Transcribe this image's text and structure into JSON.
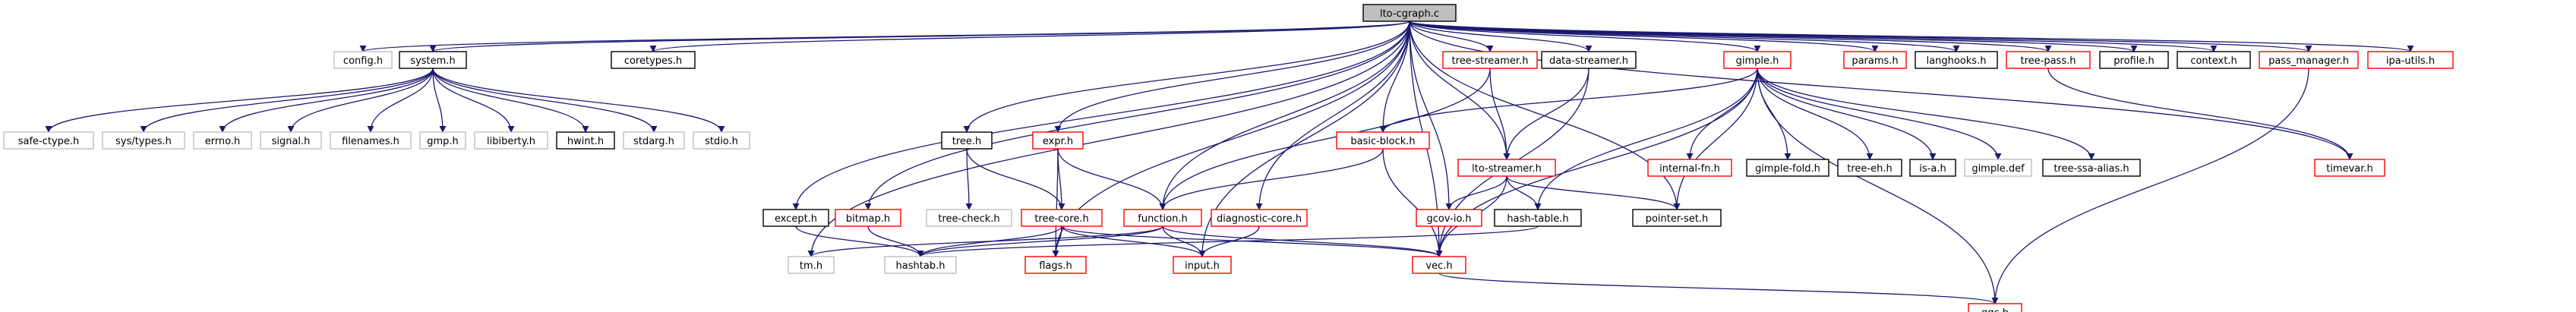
{
  "colors": {
    "edge": "#191970",
    "root_fill": "#bfbfbf",
    "black_border": "#000000",
    "red_border": "#ff0000",
    "grey_border": "#bfbfbf"
  },
  "nodes": [
    {
      "id": "lto-cgraph",
      "label": "lto-cgraph.c",
      "style": "root"
    },
    {
      "id": "config",
      "label": "config.h",
      "style": "grey"
    },
    {
      "id": "system",
      "label": "system.h",
      "style": "black"
    },
    {
      "id": "coretypes",
      "label": "coretypes.h",
      "style": "black"
    },
    {
      "id": "tree-streamer",
      "label": "tree-streamer.h",
      "style": "red"
    },
    {
      "id": "data-streamer",
      "label": "data-streamer.h",
      "style": "black"
    },
    {
      "id": "gimple",
      "label": "gimple.h",
      "style": "red"
    },
    {
      "id": "params",
      "label": "params.h",
      "style": "red"
    },
    {
      "id": "langhooks",
      "label": "langhooks.h",
      "style": "black"
    },
    {
      "id": "tree-pass",
      "label": "tree-pass.h",
      "style": "red"
    },
    {
      "id": "profile",
      "label": "profile.h",
      "style": "black"
    },
    {
      "id": "context",
      "label": "context.h",
      "style": "black"
    },
    {
      "id": "pass_manager",
      "label": "pass_manager.h",
      "style": "red"
    },
    {
      "id": "ipa-utils",
      "label": "ipa-utils.h",
      "style": "red"
    },
    {
      "id": "safe-ctype",
      "label": "safe-ctype.h",
      "style": "grey"
    },
    {
      "id": "sys-types",
      "label": "sys/types.h",
      "style": "grey"
    },
    {
      "id": "errno",
      "label": "errno.h",
      "style": "grey"
    },
    {
      "id": "signal",
      "label": "signal.h",
      "style": "grey"
    },
    {
      "id": "filenames",
      "label": "filenames.h",
      "style": "grey"
    },
    {
      "id": "gmp",
      "label": "gmp.h",
      "style": "grey"
    },
    {
      "id": "libiberty",
      "label": "libiberty.h",
      "style": "grey"
    },
    {
      "id": "hwint",
      "label": "hwint.h",
      "style": "black"
    },
    {
      "id": "stdarg",
      "label": "stdarg.h",
      "style": "grey"
    },
    {
      "id": "stdio",
      "label": "stdio.h",
      "style": "grey"
    },
    {
      "id": "tree",
      "label": "tree.h",
      "style": "black"
    },
    {
      "id": "expr",
      "label": "expr.h",
      "style": "red"
    },
    {
      "id": "basic-block",
      "label": "basic-block.h",
      "style": "red"
    },
    {
      "id": "lto-streamer",
      "label": "lto-streamer.h",
      "style": "red"
    },
    {
      "id": "internal-fn",
      "label": "internal-fn.h",
      "style": "red"
    },
    {
      "id": "gimple-fold",
      "label": "gimple-fold.h",
      "style": "black"
    },
    {
      "id": "tree-eh",
      "label": "tree-eh.h",
      "style": "black"
    },
    {
      "id": "is-a",
      "label": "is-a.h",
      "style": "black"
    },
    {
      "id": "gimple-def",
      "label": "gimple.def",
      "style": "grey"
    },
    {
      "id": "tree-ssa-alias",
      "label": "tree-ssa-alias.h",
      "style": "black"
    },
    {
      "id": "timevar",
      "label": "timevar.h",
      "style": "red"
    },
    {
      "id": "except",
      "label": "except.h",
      "style": "black"
    },
    {
      "id": "bitmap",
      "label": "bitmap.h",
      "style": "red"
    },
    {
      "id": "tree-check",
      "label": "tree-check.h",
      "style": "grey"
    },
    {
      "id": "tree-core",
      "label": "tree-core.h",
      "style": "red"
    },
    {
      "id": "function",
      "label": "function.h",
      "style": "red"
    },
    {
      "id": "diagnostic-core",
      "label": "diagnostic-core.h",
      "style": "red"
    },
    {
      "id": "hash-table",
      "label": "hash-table.h",
      "style": "black"
    },
    {
      "id": "gcov-io",
      "label": "gcov-io.h",
      "style": "red"
    },
    {
      "id": "pointer-set",
      "label": "pointer-set.h",
      "style": "black"
    },
    {
      "id": "tm",
      "label": "tm.h",
      "style": "grey"
    },
    {
      "id": "hashtab",
      "label": "hashtab.h",
      "style": "grey"
    },
    {
      "id": "flags",
      "label": "flags.h",
      "style": "red"
    },
    {
      "id": "input",
      "label": "input.h",
      "style": "red"
    },
    {
      "id": "vec",
      "label": "vec.h",
      "style": "red"
    },
    {
      "id": "ggc",
      "label": "ggc.h",
      "style": "red"
    }
  ],
  "edges": [
    [
      "lto-cgraph",
      "config"
    ],
    [
      "lto-cgraph",
      "system"
    ],
    [
      "lto-cgraph",
      "coretypes"
    ],
    [
      "lto-cgraph",
      "tree-streamer"
    ],
    [
      "lto-cgraph",
      "data-streamer"
    ],
    [
      "lto-cgraph",
      "gimple"
    ],
    [
      "lto-cgraph",
      "params"
    ],
    [
      "lto-cgraph",
      "langhooks"
    ],
    [
      "lto-cgraph",
      "tree-pass"
    ],
    [
      "lto-cgraph",
      "profile"
    ],
    [
      "lto-cgraph",
      "context"
    ],
    [
      "lto-cgraph",
      "pass_manager"
    ],
    [
      "lto-cgraph",
      "ipa-utils"
    ],
    [
      "lto-cgraph",
      "tree"
    ],
    [
      "lto-cgraph",
      "expr"
    ],
    [
      "lto-cgraph",
      "basic-block"
    ],
    [
      "lto-cgraph",
      "lto-streamer"
    ],
    [
      "lto-cgraph",
      "except"
    ],
    [
      "lto-cgraph",
      "bitmap"
    ],
    [
      "lto-cgraph",
      "function"
    ],
    [
      "lto-cgraph",
      "diagnostic-core"
    ],
    [
      "lto-cgraph",
      "gcov-io"
    ],
    [
      "lto-cgraph",
      "pointer-set"
    ],
    [
      "lto-cgraph",
      "tm"
    ],
    [
      "lto-cgraph",
      "flags"
    ],
    [
      "lto-cgraph",
      "input"
    ],
    [
      "lto-cgraph",
      "vec"
    ],
    [
      "lto-cgraph",
      "timevar"
    ],
    [
      "system",
      "safe-ctype"
    ],
    [
      "system",
      "sys-types"
    ],
    [
      "system",
      "errno"
    ],
    [
      "system",
      "signal"
    ],
    [
      "system",
      "filenames"
    ],
    [
      "system",
      "gmp"
    ],
    [
      "system",
      "libiberty"
    ],
    [
      "system",
      "hwint"
    ],
    [
      "system",
      "stdarg"
    ],
    [
      "system",
      "stdio"
    ],
    [
      "tree-streamer",
      "lto-streamer"
    ],
    [
      "tree-streamer",
      "function"
    ],
    [
      "data-streamer",
      "lto-streamer"
    ],
    [
      "data-streamer",
      "vec"
    ],
    [
      "gimple",
      "basic-block"
    ],
    [
      "gimple",
      "internal-fn"
    ],
    [
      "gimple",
      "gimple-fold"
    ],
    [
      "gimple",
      "tree-eh"
    ],
    [
      "gimple",
      "is-a"
    ],
    [
      "gimple",
      "gimple-def"
    ],
    [
      "gimple",
      "tree-ssa-alias"
    ],
    [
      "gimple",
      "hash-table"
    ],
    [
      "gimple",
      "pointer-set"
    ],
    [
      "gimple",
      "vec"
    ],
    [
      "gimple",
      "ggc"
    ],
    [
      "tree-pass",
      "timevar"
    ],
    [
      "pass_manager",
      "ggc"
    ],
    [
      "tree",
      "tree-check"
    ],
    [
      "tree",
      "tree-core"
    ],
    [
      "expr",
      "tree-core"
    ],
    [
      "expr",
      "function"
    ],
    [
      "expr",
      "flags"
    ],
    [
      "basic-block",
      "function"
    ],
    [
      "basic-block",
      "vec"
    ],
    [
      "lto-streamer",
      "gcov-io"
    ],
    [
      "lto-streamer",
      "hash-table"
    ],
    [
      "lto-streamer",
      "pointer-set"
    ],
    [
      "lto-streamer",
      "vec"
    ],
    [
      "except",
      "hashtab"
    ],
    [
      "bitmap",
      "hashtab"
    ],
    [
      "tree-core",
      "hashtab"
    ],
    [
      "tree-core",
      "flags"
    ],
    [
      "tree-core",
      "input"
    ],
    [
      "tree-core",
      "vec"
    ],
    [
      "function",
      "hashtab"
    ],
    [
      "function",
      "tm"
    ],
    [
      "function",
      "input"
    ],
    [
      "function",
      "vec"
    ],
    [
      "diagnostic-core",
      "input"
    ],
    [
      "hash-table",
      "hashtab"
    ],
    [
      "vec",
      "ggc"
    ]
  ]
}
